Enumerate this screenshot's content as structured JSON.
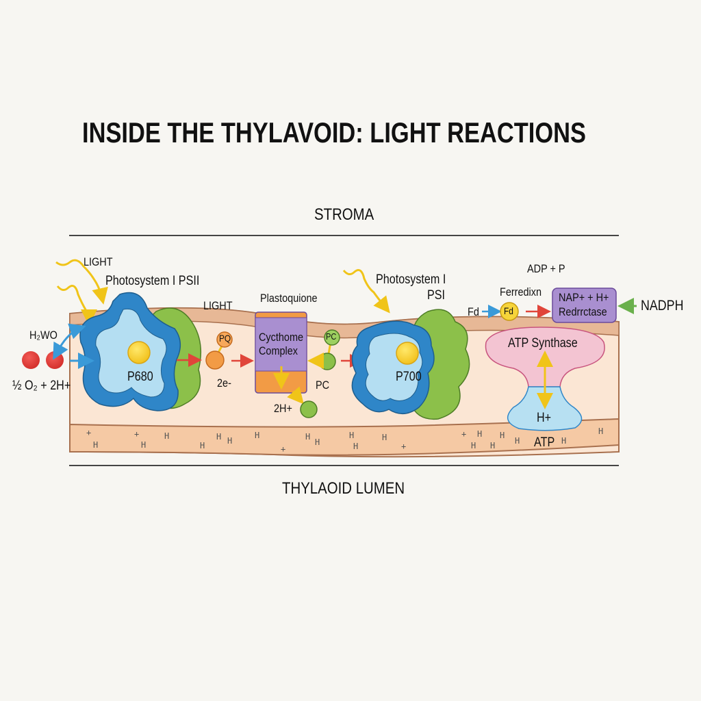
{
  "title": "INSIDE THE THYLAVOID: LIGHT REACTIONS",
  "regions": {
    "stroma": "STROMA",
    "lumen": "THYLAOID LUMEN"
  },
  "labels": {
    "light_1": "LIGHT",
    "light_2": "LIGHT",
    "psii_title": "Photosystem I PSII",
    "psii_center": "P680",
    "water": "H₂WO",
    "water_products": "½ O₂ + 2H+",
    "pq_badge": "PQ",
    "electrons": "2e-",
    "plastoquinone": "Plastoquione",
    "cytochrome": "Cycthome Complex",
    "cyt_protons": "2H+",
    "pc_badge": "PC",
    "pc_label": "PC",
    "psi_title": "Photosystem I",
    "psi_sub": "PSI",
    "psi_center": "P700",
    "adp": "ADP + P",
    "ferredoxin": "Ferredixn",
    "fd_label": "Fd",
    "fd_badge": "Fd",
    "reductase_line1": "NAP+ + H+",
    "reductase_line2": "Redrrctase",
    "nadph": "NADPH",
    "atp_synthase": "ATP Synthase",
    "synthase_proton": "H+",
    "atp": "ATP"
  },
  "lumen_protons": [
    "+",
    "H",
    "+",
    "H",
    "H",
    "H",
    "H",
    "H",
    "H",
    "+",
    "H",
    "H",
    "H",
    "H",
    "H",
    "+",
    "+",
    "H",
    "H",
    "H",
    "H",
    "H",
    "H",
    "H"
  ],
  "colors": {
    "background": "#f7f6f2",
    "membrane_fill": "#fbe6d4",
    "membrane_band": "#e7b896",
    "membrane_edge": "#a8704e",
    "photosystem_outer": "#2f86c8",
    "photosystem_inner": "#b4def2",
    "antenna_green": "#8cc04a",
    "reaction_center": "#f6d43a",
    "cytochrome_purple": "#a98fd0",
    "cytochrome_orange": "#f29b45",
    "oxygen_red": "#e03a36",
    "arrow_red": "#e0453a",
    "arrow_blue": "#3a9ad8",
    "arrow_green": "#6ab04c",
    "arrow_yellow": "#f0c419",
    "atp_synthase_pink": "#f3c4d2",
    "atp_synthase_blue": "#b7e0f2"
  }
}
